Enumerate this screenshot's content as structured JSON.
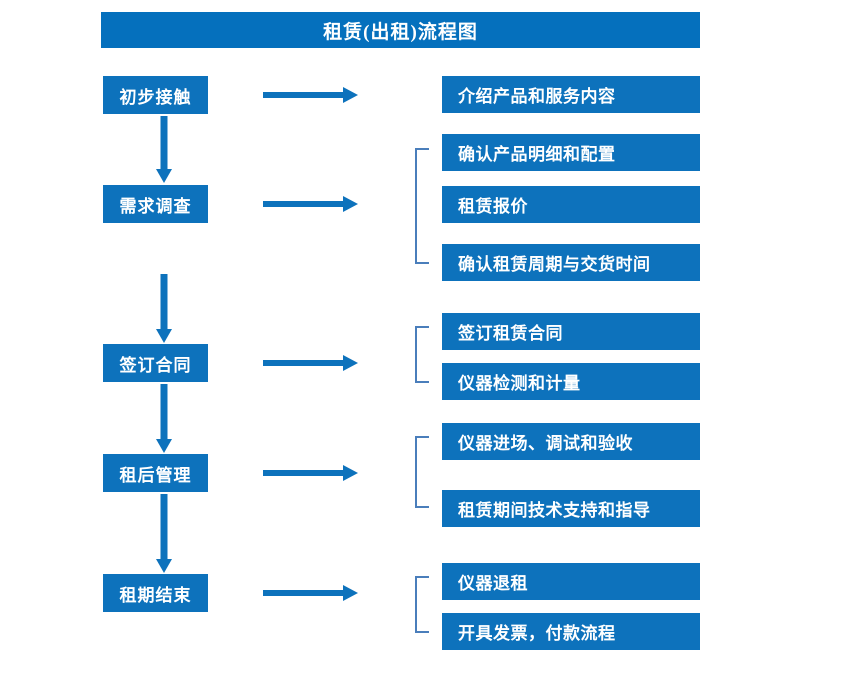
{
  "diagram": {
    "title": "租赁(出租)流程图",
    "accent_color": "#0d72bc",
    "title_bar_color": "#0570bd",
    "bracket_color": "#4a7ebb",
    "arrow_color": "#0d72bc",
    "stages": [
      {
        "id": "stage-1",
        "label": "初步接触"
      },
      {
        "id": "stage-2",
        "label": "需求调查"
      },
      {
        "id": "stage-3",
        "label": "签订合同"
      },
      {
        "id": "stage-4",
        "label": "租后管理"
      },
      {
        "id": "stage-5",
        "label": "租期结束"
      }
    ],
    "details": [
      {
        "id": "detail-1",
        "label": "介绍产品和服务内容"
      },
      {
        "id": "detail-2",
        "label": "确认产品明细和配置"
      },
      {
        "id": "detail-3",
        "label": "租赁报价"
      },
      {
        "id": "detail-4",
        "label": "确认租赁周期与交货时间"
      },
      {
        "id": "detail-5",
        "label": "签订租赁合同"
      },
      {
        "id": "detail-6",
        "label": "仪器检测和计量"
      },
      {
        "id": "detail-7",
        "label": "仪器进场、调试和验收"
      },
      {
        "id": "detail-8",
        "label": "租赁期间技术支持和指导"
      },
      {
        "id": "detail-9",
        "label": "仪器退租"
      },
      {
        "id": "detail-10",
        "label": "开具发票，付款流程"
      }
    ],
    "connectors": {
      "horizontal_arrow_icon": "arrow-right-icon",
      "vertical_arrow_icon": "arrow-down-icon",
      "group_bracket_icon": "group-bracket-icon"
    }
  }
}
